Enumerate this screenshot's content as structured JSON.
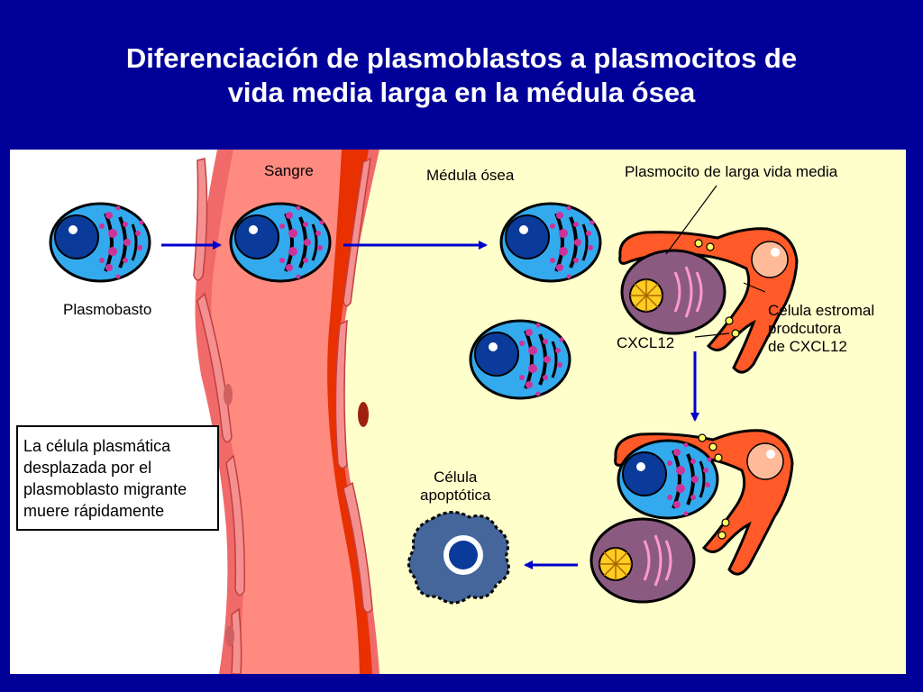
{
  "title": {
    "line1": "Diferenciación de plasmoblastos a plasmocitos de",
    "line2": "vida media larga en la médula ósea"
  },
  "labels": {
    "plasmoblast": "Plasmobasto",
    "blood": "Sangre",
    "marrow": "Médula ósea",
    "long_lived_plasma_cell": "Plasmocito de larga vida media",
    "stromal_line1": "Célula estromal",
    "stromal_line2": "prodcutora",
    "stromal_line3": "de CXCL12",
    "cxcl12": "CXCL12",
    "apoptotic_line1": "Célula",
    "apoptotic_line2": "apoptótica"
  },
  "note": {
    "line1": "La célula plasmática",
    "line2": "desplazada por el",
    "line3": "plasmoblasto migrante",
    "line4": "muere rápidamente"
  },
  "colors": {
    "background": "#000099",
    "marrow": "#ffffcc",
    "vessel_wall": "#f06a6a",
    "vessel_lumen": "#ff8a80",
    "blood_band": "#e83000",
    "cell_body": "#33aaee",
    "nucleus": "#0a3a9a",
    "granules": "#cc3399",
    "plasma_cell": "#8a5a80",
    "stromal": "#ff5a28",
    "arrow": "#0000cc"
  }
}
